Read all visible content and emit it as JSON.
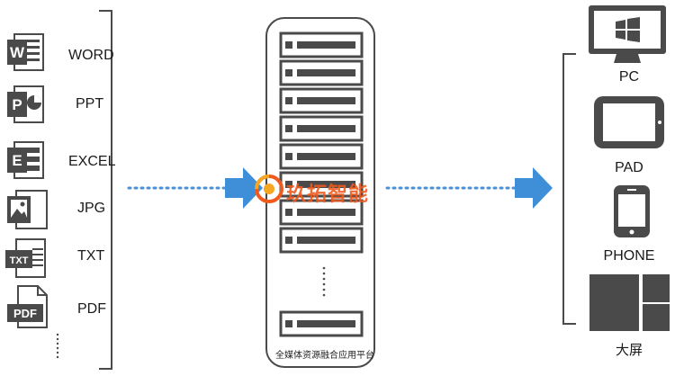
{
  "sources": [
    {
      "label": "WORD",
      "icon": "word-file-icon",
      "glyph": "W"
    },
    {
      "label": "PPT",
      "icon": "ppt-file-icon",
      "glyph": "P"
    },
    {
      "label": "EXCEL",
      "icon": "excel-file-icon",
      "glyph": "E"
    },
    {
      "label": "JPG",
      "icon": "jpg-file-icon",
      "glyph": ""
    },
    {
      "label": "TXT",
      "icon": "txt-file-icon",
      "glyph": "TXT"
    },
    {
      "label": "PDF",
      "icon": "pdf-file-icon",
      "glyph": "PDF"
    }
  ],
  "platform": {
    "label": "全媒体资源融合应用平台"
  },
  "watermark": {
    "text": "玖拓智能"
  },
  "targets": [
    {
      "label": "PC",
      "icon": "monitor-icon"
    },
    {
      "label": "PAD",
      "icon": "tablet-icon"
    },
    {
      "label": "PHONE",
      "icon": "phone-icon"
    },
    {
      "label": "大屏",
      "icon": "large-screen-icon"
    }
  ],
  "colors": {
    "icon": "#4a4a4a",
    "arrow": "#3f8fd8",
    "dots": "#4a90d9",
    "accent": "#f05a1e"
  }
}
